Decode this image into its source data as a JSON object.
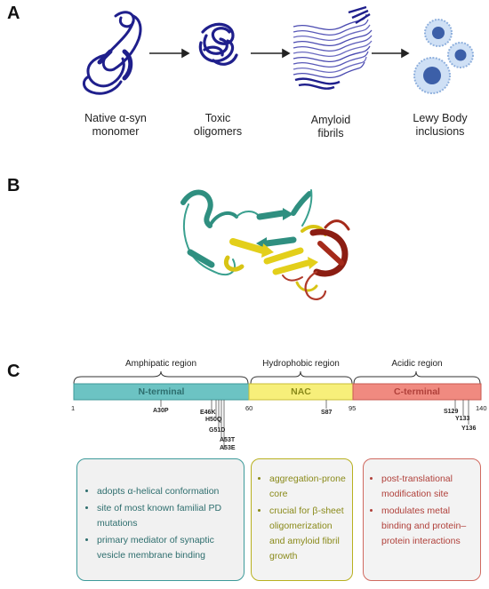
{
  "panels": {
    "a": "A",
    "b": "B",
    "c": "C"
  },
  "panel_a": {
    "stages": [
      {
        "line1": "Native α-syn",
        "line2": "monomer"
      },
      {
        "line1": "Toxic",
        "line2": "oligomers"
      },
      {
        "line1": "Amyloid",
        "line2": "fibrils"
      },
      {
        "line1": "Lewy Body",
        "line2": "inclusions"
      }
    ]
  },
  "panel_c": {
    "regions": {
      "amphipatic": "Amphipatic region",
      "hydrophobic": "Hydrophobic region",
      "acidic": "Acidic region"
    },
    "domains": {
      "n_terminal": "N-terminal",
      "nac": "NAC",
      "c_terminal": "C-terminal"
    },
    "positions": [
      "1",
      "60",
      "95",
      "140"
    ],
    "mutations": {
      "a30p": "A30P",
      "e46k": "E46K",
      "h50q": "H50Q",
      "g51d": "G51D",
      "a53t": "A53T",
      "a53e": "A53E",
      "s87": "S87",
      "s129": "S129",
      "y133": "Y133",
      "y136": "Y136"
    },
    "cards": {
      "n_terminal": [
        "adopts α-helical conformation",
        "site of most known familial PD mutations",
        "primary mediator of synaptic vesicle membrane binding"
      ],
      "nac": [
        "aggregation-prone core",
        "crucial for β-sheet oligomerization and amyloid fibril growth"
      ],
      "c_terminal": [
        "post-translational modification site",
        "modulates metal binding and protein–protein interactions"
      ]
    }
  },
  "colors": {
    "n_terminal": "#6cc3c3",
    "n_terminal_text": "#2e6e6e",
    "nac": "#f7ef7a",
    "nac_text": "#8a8a1a",
    "c_terminal": "#f08a80",
    "c_terminal_text": "#b0403a",
    "protein_blue": "#1f1f8c",
    "lewy_blue": "#4f7fc4"
  }
}
